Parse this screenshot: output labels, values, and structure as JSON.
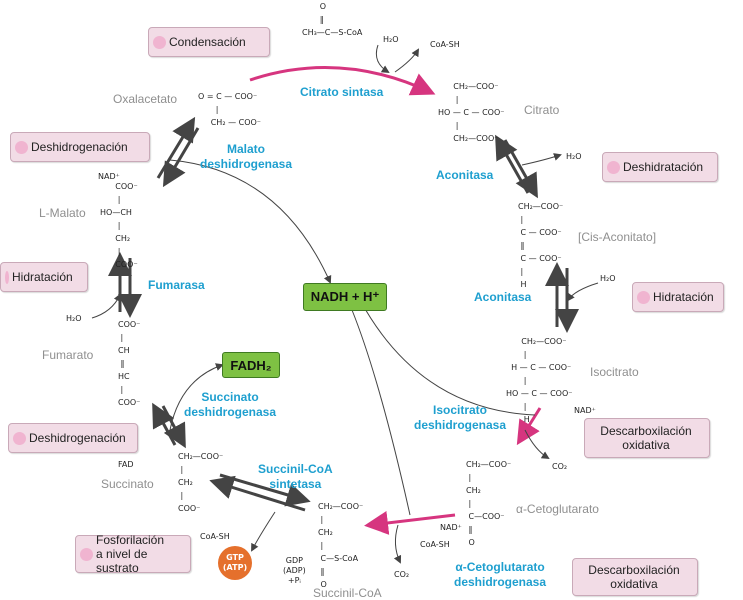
{
  "colors": {
    "enzyme": "#1e9fcf",
    "metabolite": "#8f8f8f",
    "label_bg": "#f2dce6",
    "green_box": "#7ec143",
    "gtp": "#e5702c",
    "magenta_arrow": "#d6357f"
  },
  "metabolites": {
    "oxalacetato": "Oxalacetato",
    "citrato": "Citrato",
    "cis_aconitato": "[Cis-Aconitato]",
    "isocitrato": "Isocitrato",
    "a_cetoglutarato": "α-Cetoglutarato",
    "succinil_coa": "Succinil-CoA",
    "succinato": "Succinato",
    "fumarato": "Fumarato",
    "l_malato": "L-Malato"
  },
  "enzymes": {
    "citrato_sintasa": "Citrato sintasa",
    "aconitasa_1": "Aconitasa",
    "aconitasa_2": "Aconitasa",
    "isocitrato_dh": "Isocitrato\ndeshidrogenasa",
    "a_cetoglutarato_dh": "α-Cetoglutarato\ndeshidrogenasa",
    "succinil_coa_sintetasa": "Succinil-CoA\nsintetasa",
    "succinato_dh": "Succinato\ndeshidrogenasa",
    "fumarasa": "Fumarasa",
    "malato_dh": "Malato\ndeshidrogenasa"
  },
  "reaction_types": {
    "condensacion": "Condensación",
    "deshidratacion": "Deshidratación",
    "hidratacion_right": "Hidratación",
    "descarbox_1": "Descarboxilación\noxidativa",
    "descarbox_2": "Descarboxilación\noxidativa",
    "fosforilacion": "Fosforilación\na nivel de sustrato",
    "deshidrogenacion_succ": "Deshidrogenación",
    "hidratacion_left": "Hidratación",
    "deshidrogenacion_mal": "Deshidrogenación"
  },
  "products": {
    "nadh": "NADH + H⁺",
    "fadh2": "FADH₂",
    "gtp": "GTP\n(ATP)"
  },
  "cofactors": {
    "h2o_citrato": "H₂O",
    "coash_citrato": "CoA-SH",
    "h2o_aconitasa1": "H₂O",
    "h2o_aconitasa2": "H₂O",
    "nad_isocitrato": "NAD⁺",
    "co2_isocitrato": "CO₂",
    "nad_akg": "NAD⁺",
    "coash_akg": "CoA-SH",
    "co2_akg": "CO₂",
    "coash_succ": "CoA-SH",
    "gdp": "GDP\n(ADP)\n+Pᵢ",
    "fad": "FAD",
    "h2o_fumarasa": "H₂O",
    "nad_malato": "NAD⁺"
  },
  "structures": {
    "acetyl_coa": "       O\n       ‖\nCH₃—C—S-CoA",
    "oxalacetato": "O = C — COO⁻\n       |\n     CH₂ — COO⁻",
    "citrato": "      CH₂—COO⁻\n       |\nHO — C — COO⁻\n       |\n      CH₂—COO⁻",
    "cis_aconitato": "CH₂—COO⁻\n |\n C — COO⁻\n ‖\n C — COO⁻\n |\n H",
    "isocitrato": "      CH₂—COO⁻\n       |\n  H — C — COO⁻\n       |\nHO — C — COO⁻\n       |\n       H",
    "a_cetoglutarato": "CH₂—COO⁻\n |\nCH₂\n |\n C—COO⁻\n ‖\n O",
    "succinil_coa": "CH₂—COO⁻\n |\nCH₂\n |\n C—S-CoA\n ‖\n O",
    "succinato": "CH₂—COO⁻\n |\nCH₂\n |\nCOO⁻",
    "fumarato": "COO⁻\n |\nCH\n ‖\nHC\n |\nCOO⁻",
    "l_malato": "      COO⁻\n       |\nHO—CH\n       |\n      CH₂\n       |\n      COO⁻"
  }
}
